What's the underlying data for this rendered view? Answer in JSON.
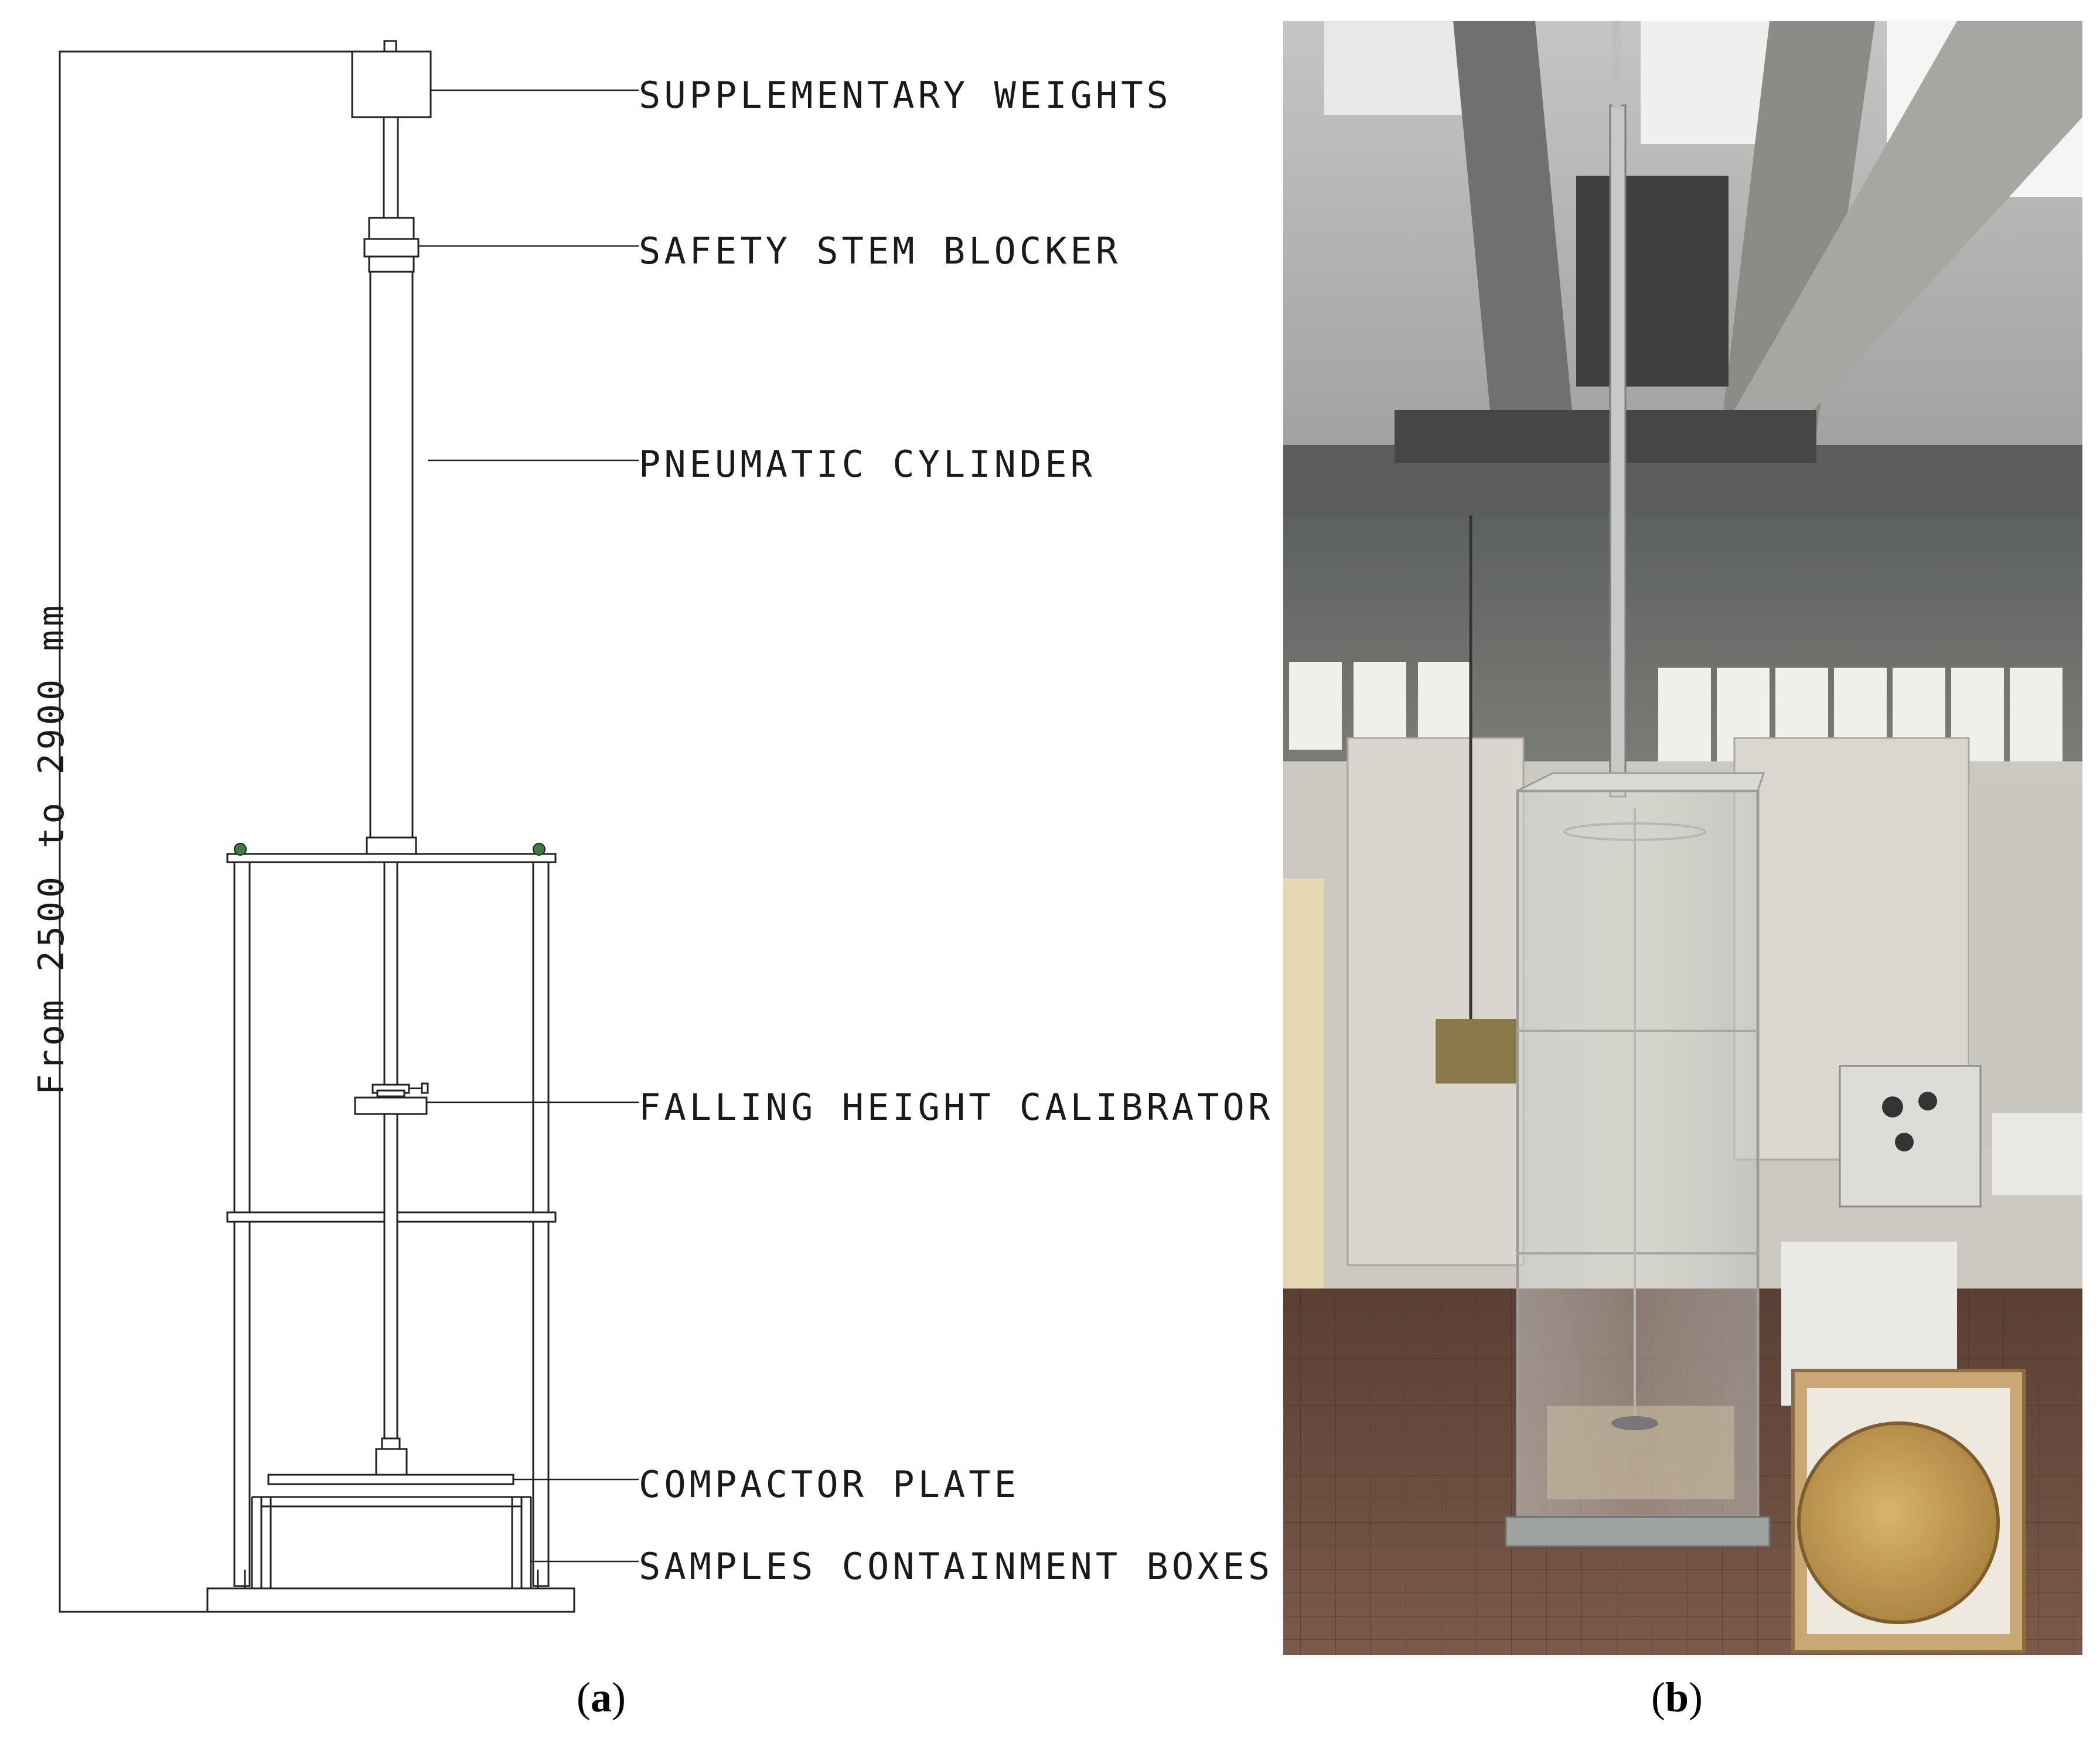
{
  "drawing": {
    "labels": {
      "supplementary_weights": "SUPPLEMENTARY WEIGHTS",
      "safety_stem_blocker": "SAFETY STEM BLOCKER",
      "pneumatic_cylinder": "PNEUMATIC CYLINDER",
      "falling_height_calibrator": "FALLING HEIGHT CALIBRATOR",
      "compactor_plate": "COMPACTOR PLATE",
      "samples_containment_boxes": "SAMPLES CONTAINMENT BOXES"
    },
    "dimension_text": "From 2500 to 2900 mm"
  },
  "panels": {
    "a": {
      "open": "(",
      "letter": "a",
      "close": ")"
    },
    "b": {
      "open": "(",
      "letter": "b",
      "close": ")"
    }
  },
  "colors": {
    "line": "#222222",
    "background": "#ffffff",
    "photo_floor": "#6a4a3c",
    "photo_ceiling": "#9a9c9a"
  }
}
